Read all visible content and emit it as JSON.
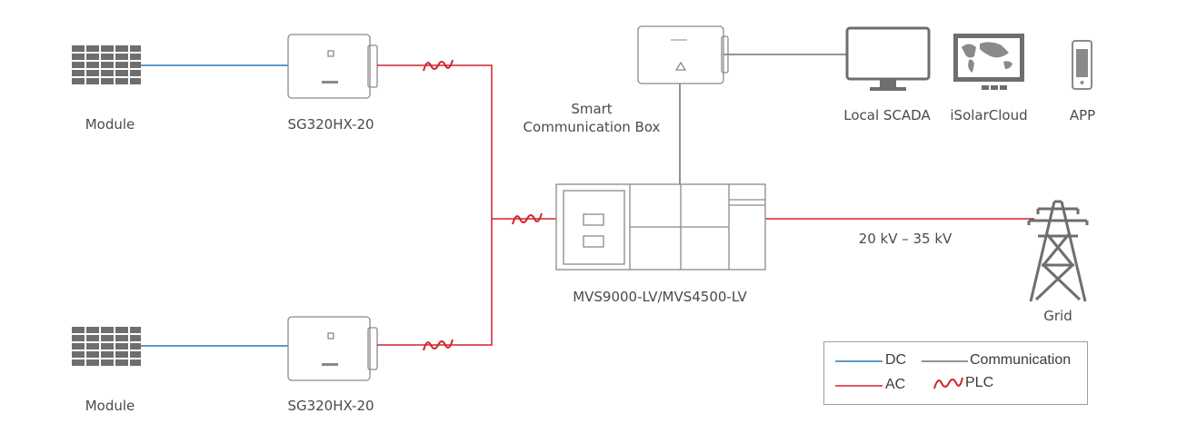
{
  "labels": {
    "module_top": "Module",
    "module_bottom": "Module",
    "inverter_top": "SG320HX-20",
    "inverter_bottom": "SG320HX-20",
    "comm_box_line1": "Smart",
    "comm_box_line2": "Communication Box",
    "local_scada": "Local SCADA",
    "isolarcloud": "iSolarCloud",
    "app": "APP",
    "mvs": "MVS9000-LV/MVS4500-LV",
    "voltage": "20 kV – 35 kV",
    "grid": "Grid"
  },
  "legend": {
    "dc": "DC",
    "ac": "AC",
    "communication": "Communication",
    "plc": "PLC"
  },
  "colors": {
    "dc": "#2a7ab8",
    "ac": "#d0242b",
    "communication": "#555555",
    "equipment_outline": "#8a8a8a",
    "text": "#4a4a4a"
  }
}
